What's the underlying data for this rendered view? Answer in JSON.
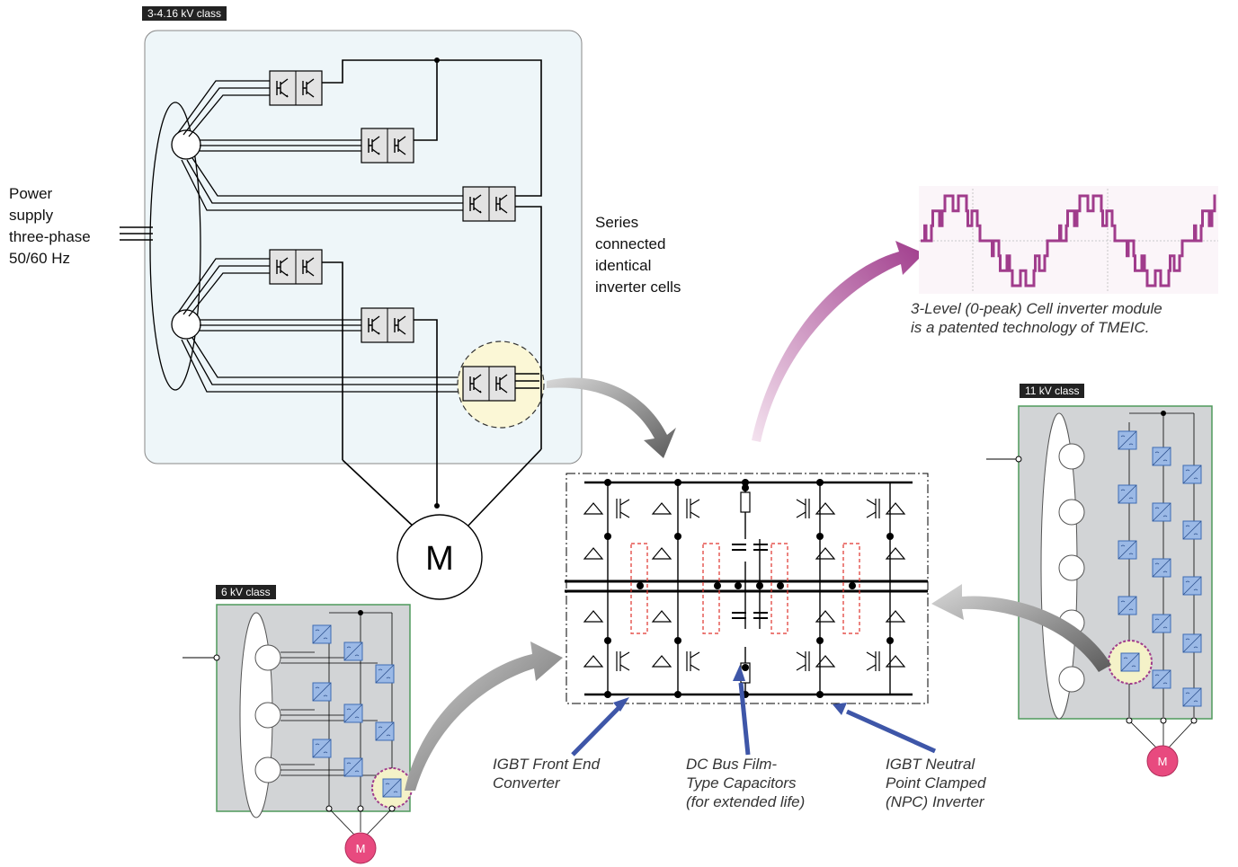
{
  "main_diagram": {
    "class_tag": "3-4.16 kV class",
    "power_supply": [
      "Power",
      "supply",
      "three-phase",
      "50/60 Hz"
    ],
    "series_note": [
      "Series",
      "connected",
      "identical",
      "inverter cells"
    ],
    "motor_label": "M"
  },
  "waveform": {
    "caption": [
      "3-Level (0-peak) Cell inverter module",
      "is a patented technology of TMEIC."
    ],
    "color": "#a03c8c"
  },
  "cell_detail": {
    "annotations": [
      [
        "IGBT Front End",
        "Converter"
      ],
      [
        "DC Bus Film-",
        "Type Capacitors",
        "(for extended life)"
      ],
      [
        "IGBT Neutral",
        "Point Clamped",
        "(NPC) Inverter"
      ]
    ]
  },
  "small_6kv": {
    "class_tag": "6 kV class",
    "motor_label": "M"
  },
  "small_11kv": {
    "class_tag": "11 kV class",
    "motor_label": "M"
  },
  "colors": {
    "panel_blue": "#eef6f9",
    "panel_grey": "#d2d4d6",
    "panel_border": "#4f9a5c",
    "cell_blue": "#9bb9e6",
    "motor_pink": "#e84a7f",
    "arrow_blue": "#3e56a8"
  }
}
